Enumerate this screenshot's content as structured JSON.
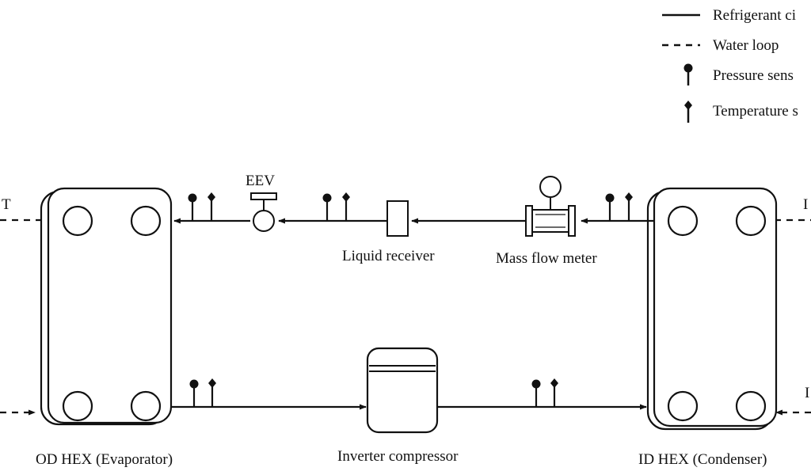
{
  "legend": {
    "refrigerant": "Refrigerant ci",
    "water": "Water loop",
    "pressure": "Pressure sens",
    "temperature": "Temperature s"
  },
  "labels": {
    "eev": "EEV",
    "liquid_receiver": "Liquid receiver",
    "mass_flow_meter": "Mass flow meter",
    "compressor": "Inverter compressor",
    "od_hex": "OD HEX (Evaporator)",
    "id_hex": "ID HEX (Condenser)",
    "left_top": "T",
    "right_top": "I",
    "right_bottom": "I"
  }
}
